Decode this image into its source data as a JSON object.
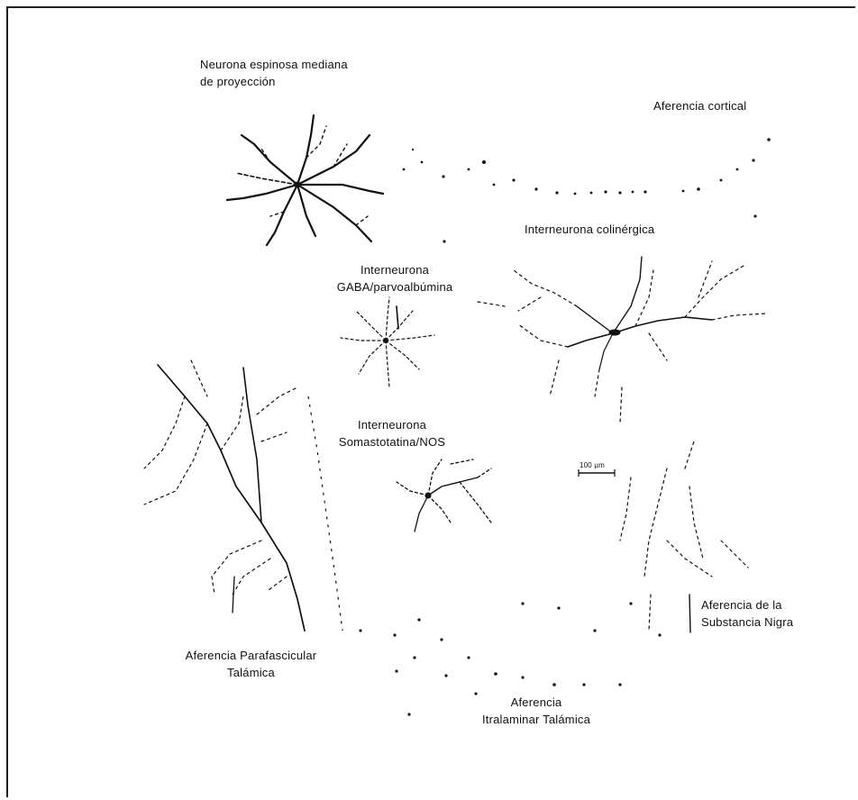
{
  "labels": {
    "msn": {
      "line1": "Neurona espinosa mediana",
      "line2": "de proyección"
    },
    "cortical": {
      "line1": "Aferencia cortical"
    },
    "cholinergic": {
      "line1": "Interneurona colinérgica"
    },
    "gaba": {
      "line1": "Interneurona",
      "line2": "GABA/parvoalbúmina"
    },
    "sst": {
      "line1": "Interneurona",
      "line2": "Somastotatina/NOS"
    },
    "parafascicular": {
      "line1": "Aferencia Parafascicular",
      "line2": "Talámica"
    },
    "nigra": {
      "line1": "Aferencia de la",
      "line2": "Substancia Nigra"
    },
    "intralaminar": {
      "line1": "Aferencia",
      "line2": "Itralaminar Talámica"
    }
  },
  "scale_bar": {
    "label": "100 µm"
  },
  "colors": {
    "ink": "#111111",
    "frame": "#222222",
    "background": "#ffffff"
  }
}
